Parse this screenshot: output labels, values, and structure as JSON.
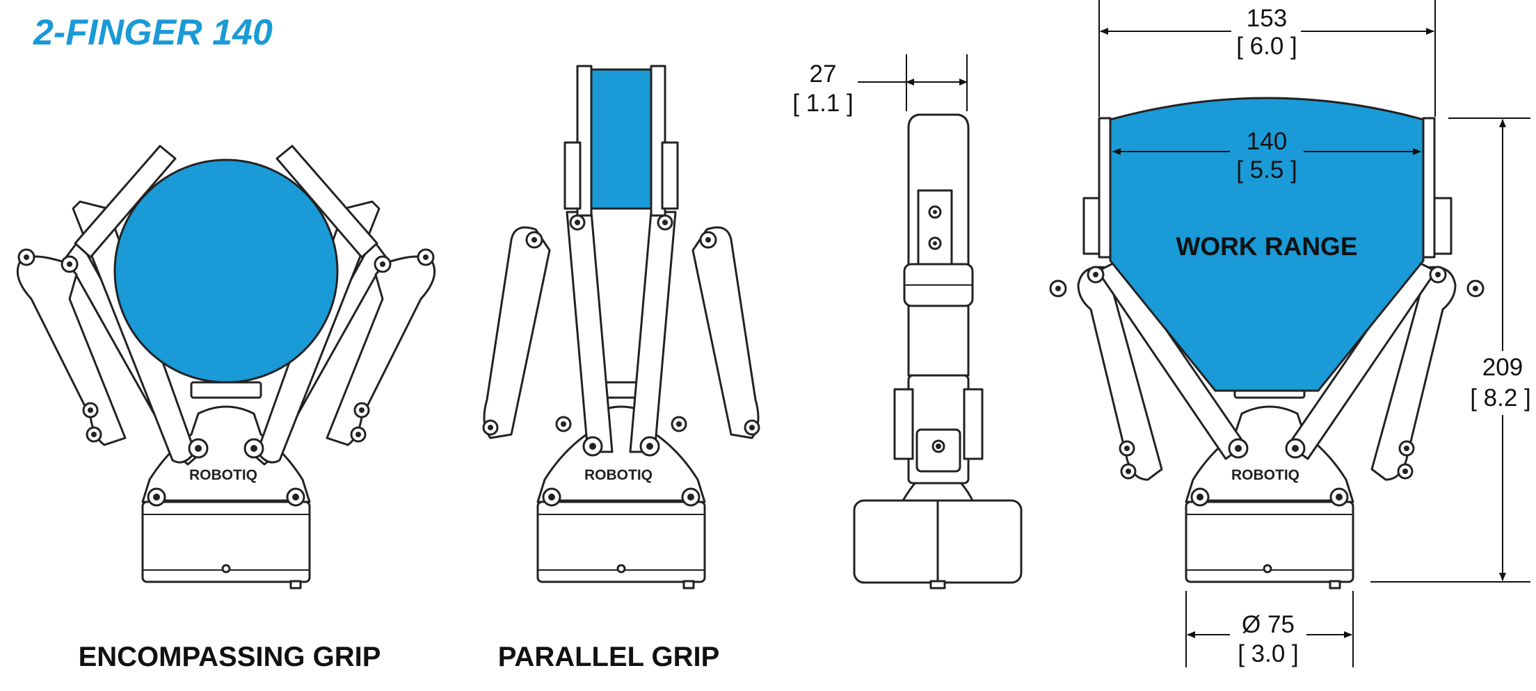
{
  "title": "2-FINGER 140",
  "brand": "ROBOTIQ",
  "captions": {
    "encompassing": "ENCOMPASSING GRIP",
    "parallel": "PARALLEL GRIP"
  },
  "work_range_label": "WORK RANGE",
  "dimensions": {
    "depth_mm": "27",
    "depth_in": "[ 1.1 ]",
    "outer_width_mm": "153",
    "outer_width_in": "[ 6.0 ]",
    "stroke_mm": "140",
    "stroke_in": "[ 5.5 ]",
    "height_mm": "209",
    "height_in": "[ 8.2 ]",
    "base_diameter_mm": "Ø 75",
    "base_diameter_in": "[ 3.0 ]"
  },
  "colors": {
    "accent": "#1a9ad6",
    "line": "#222222",
    "background": "#ffffff"
  }
}
